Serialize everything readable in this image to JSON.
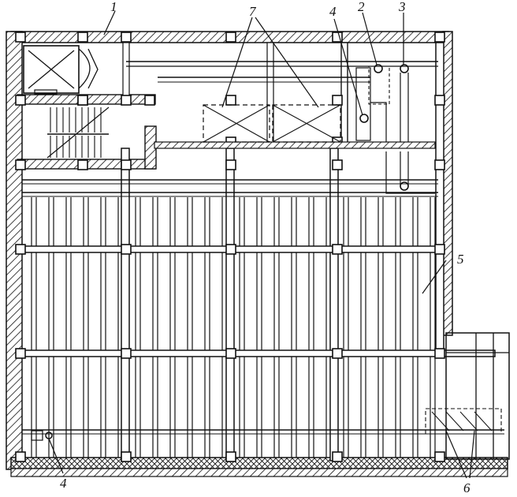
{
  "callouts": [
    {
      "id": "c1",
      "text": "1"
    },
    {
      "id": "c7",
      "text": "7"
    },
    {
      "id": "c4a",
      "text": "4"
    },
    {
      "id": "c2",
      "text": "2"
    },
    {
      "id": "c3",
      "text": "3"
    },
    {
      "id": "c5",
      "text": "5"
    },
    {
      "id": "c4b",
      "text": "4"
    },
    {
      "id": "c6",
      "text": "6"
    }
  ],
  "colors": {
    "ink": "#111111",
    "paper": "#ffffff"
  }
}
